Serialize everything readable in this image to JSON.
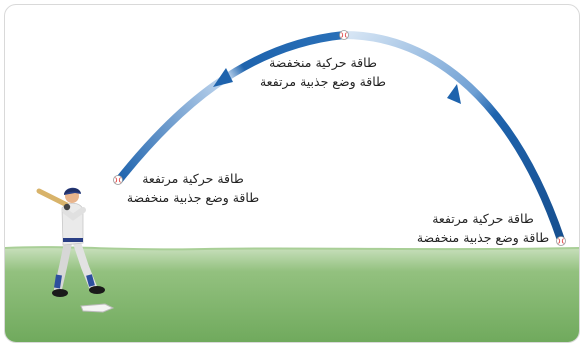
{
  "labels": {
    "start": {
      "kinetic": "طاقة حركية مرتفعة",
      "potential": "طاقة وضع جذبية منخفضة"
    },
    "top": {
      "kinetic": "طاقة حركية منخفضة",
      "potential": "طاقة وضع جذبية مرتفعة"
    },
    "end": {
      "kinetic": "طاقة حركية مرتفعة",
      "potential": "طاقة وضع جذبية منخفضة"
    }
  },
  "colors": {
    "trajectory_dark": "#1e63ad",
    "trajectory_light": "#cfe0f3",
    "grass": "#7cb36a",
    "sky": "#ffffff"
  }
}
